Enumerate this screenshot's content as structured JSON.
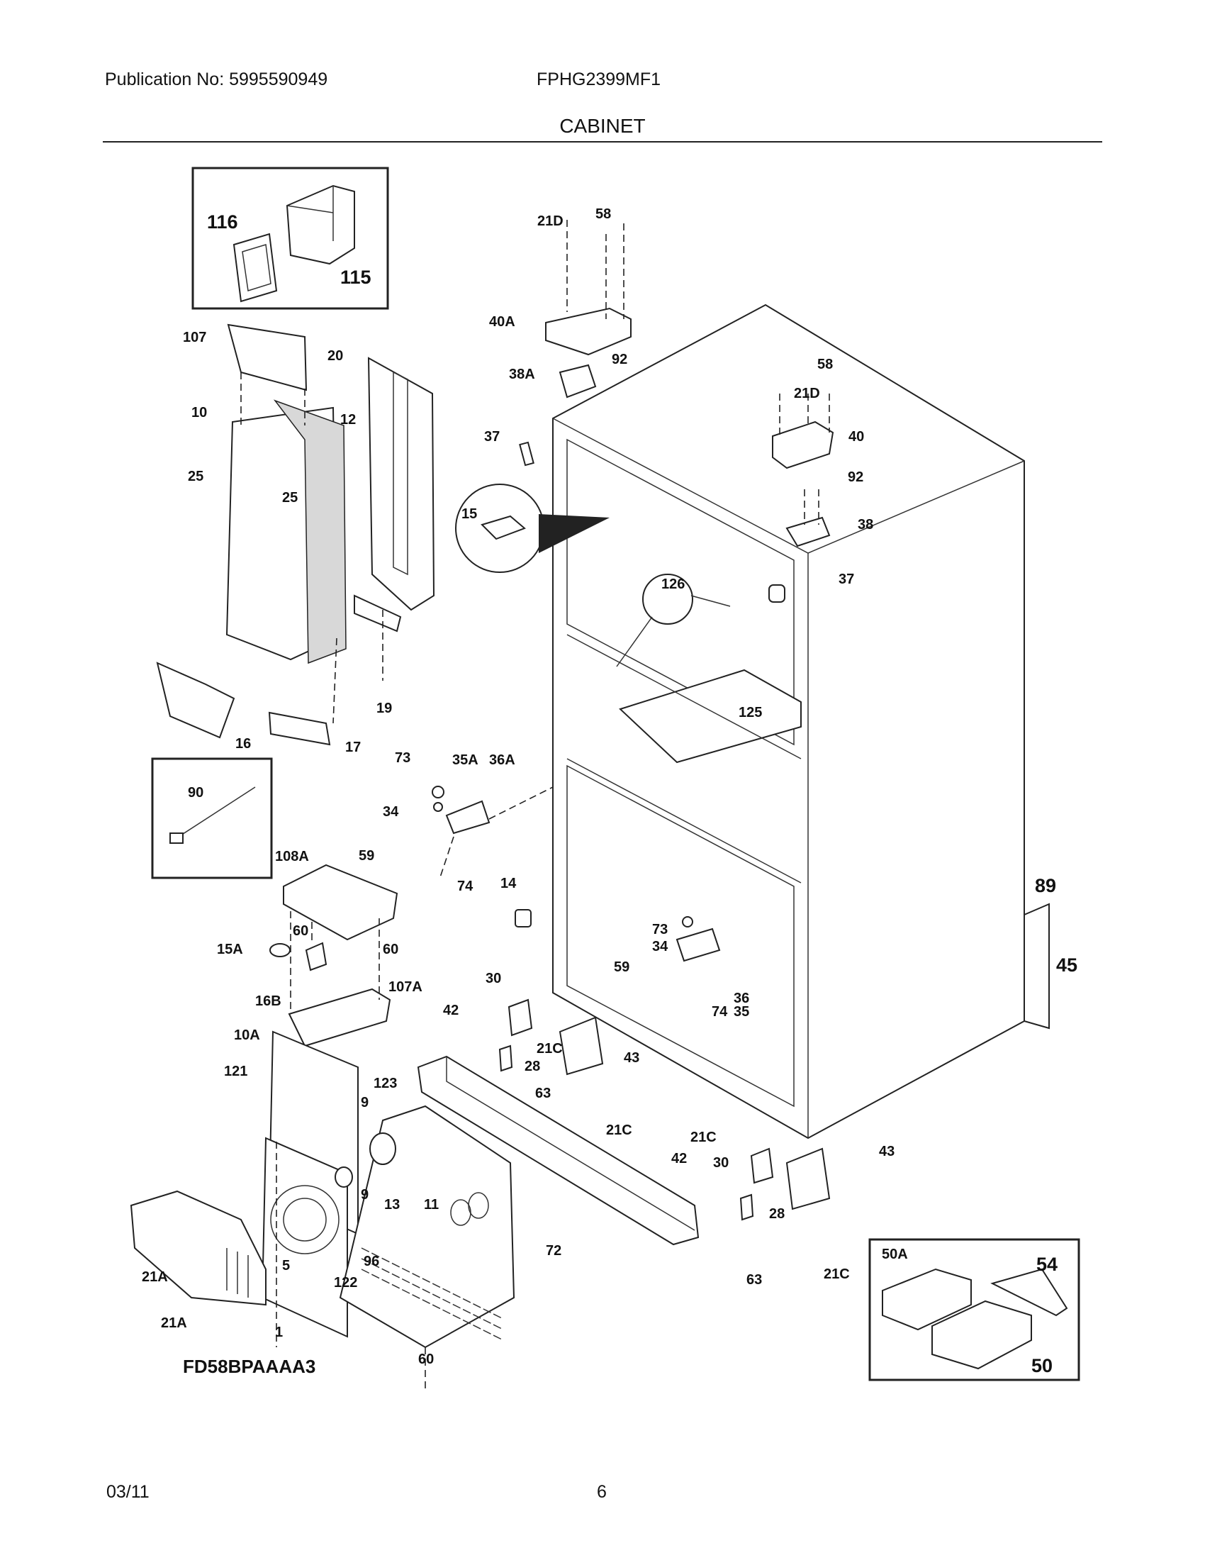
{
  "header": {
    "publication": "Publication No: 5995590949",
    "model": "FPHG2399MF1",
    "section": "CABINET"
  },
  "diagram": {
    "assembly_code": "FD58BPAAAA3",
    "callouts": [
      "116",
      "115",
      "21D",
      "58",
      "40A",
      "92",
      "38A",
      "37",
      "107",
      "20",
      "10",
      "12",
      "25",
      "25",
      "15",
      "126",
      "58",
      "21D",
      "40",
      "92",
      "38",
      "37",
      "19",
      "16",
      "17",
      "125",
      "73",
      "35A",
      "36A",
      "34",
      "59",
      "74",
      "90",
      "108A",
      "14",
      "60",
      "15A",
      "60",
      "16B",
      "107A",
      "30",
      "42",
      "21C",
      "28",
      "63",
      "43",
      "73",
      "34",
      "59",
      "36",
      "35",
      "74",
      "89",
      "45",
      "10A",
      "121",
      "123",
      "9",
      "9",
      "13",
      "11",
      "96",
      "5",
      "122",
      "21A",
      "21A",
      "1",
      "72",
      "60",
      "21C",
      "21C",
      "42",
      "30",
      "43",
      "28",
      "63",
      "21C",
      "50A",
      "54",
      "50"
    ]
  },
  "footer": {
    "date": "03/11",
    "page": "6"
  }
}
